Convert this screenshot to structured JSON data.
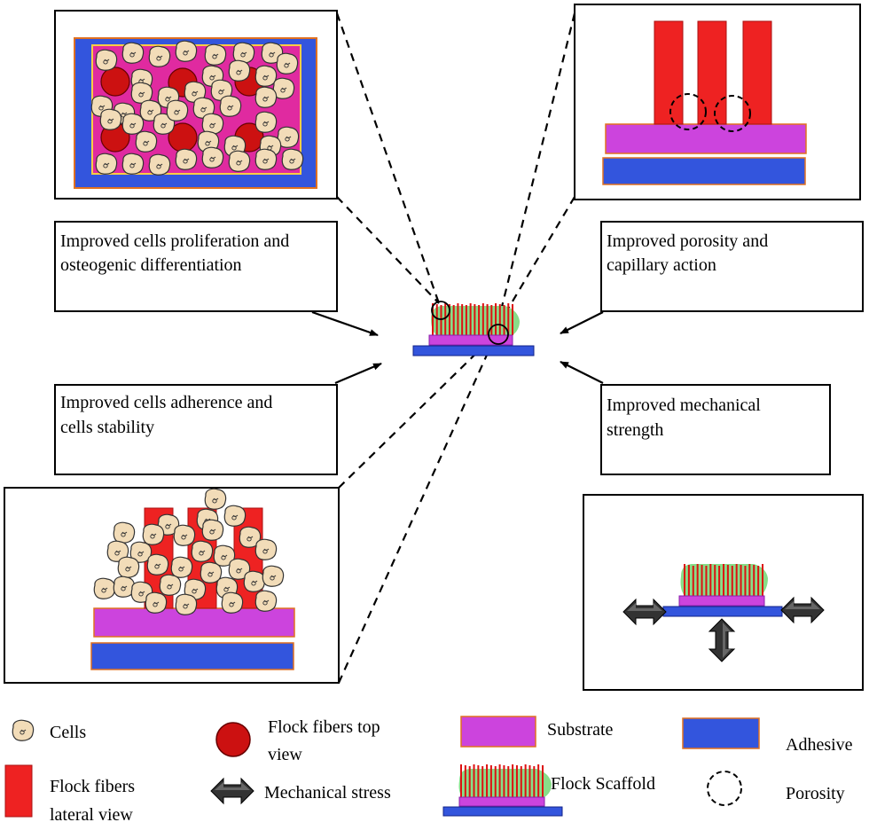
{
  "callouts": {
    "proliferation": [
      "Improved cells proliferation and",
      "osteogenic differentiation"
    ],
    "porosity": [
      "Improved porosity and",
      "capillary action"
    ],
    "adherence": [
      "Improved cells adherence and",
      "cells stability"
    ],
    "mechanical": [
      "Improved mechanical",
      "strength"
    ]
  },
  "legend": {
    "cells": "Cells",
    "flock_top": [
      "Flock fibers  top",
      "view"
    ],
    "substrate": "Substrate",
    "adhesive": "Adhesive",
    "flock_lateral": [
      "Flock fibers",
      "lateral view"
    ],
    "stress": "Mechanical stress",
    "scaffold": "Flock Scaffold",
    "porosity": "Porosity"
  },
  "colors": {
    "fiber": "#ee2222",
    "fiber_dark": "#cc1111",
    "substrate": "#cc44dd",
    "adhesive": "#3355dd",
    "cell": "#f2dcb8",
    "matrix_pink": "#e02aa0",
    "gel_green": "#88dd88"
  }
}
